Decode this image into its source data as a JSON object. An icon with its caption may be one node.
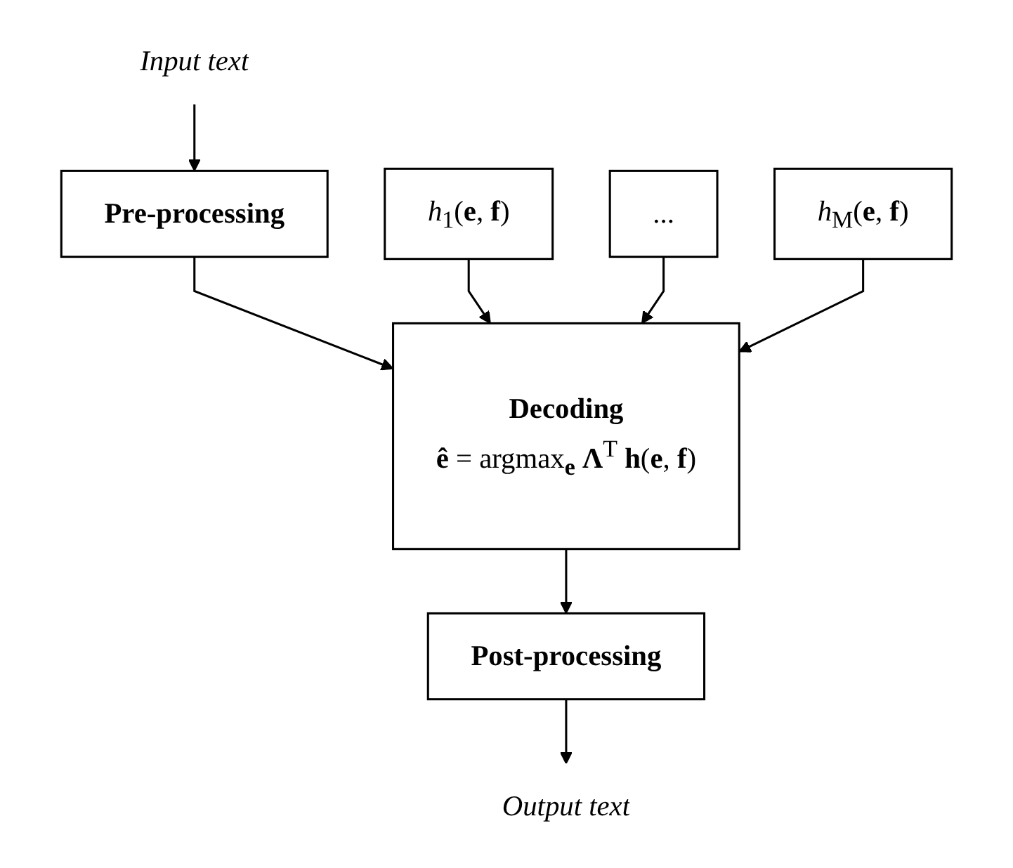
{
  "diagram": {
    "nodes": [
      {
        "text": [
          "Input text"
        ]
      },
      {
        "text": [
          "**Pre-processing**"
        ]
      },
      {
        "text": [
          "**Decoding**",
          "**ê** = argmax$_{e}$ **Λ**$^{T}$ **h**(**e**, **f**)"
        ]
      },
      {
        "text": [
          "*h*$_{1}$(**e**, **f**)"
        ]
      },
      {
        "text": [
          "..."
        ]
      },
      {
        "text": [
          "*h*$_{M}$(**e**, **f**)"
        ]
      },
      {
        "text": [
          "**Post-processing**"
        ]
      },
      {
        "text": [
          "Output text"
        ]
      }
    ],
    "edges": [
      {
        "from": 0,
        "to": 1,
        "arrow": "to"
      },
      {
        "from": 1,
        "to": 2,
        "arrow": "to"
      },
      {
        "from": 3,
        "to": 2,
        "arrow": "to"
      },
      {
        "from": 4,
        "to": 2,
        "arrow": "to"
      },
      {
        "from": 5,
        "to": 2,
        "arrow": "to"
      },
      {
        "from": 2,
        "to": 6,
        "arrow": "to"
      },
      {
        "from": 6,
        "to": 7,
        "arrow": "to"
      }
    ]
  }
}
